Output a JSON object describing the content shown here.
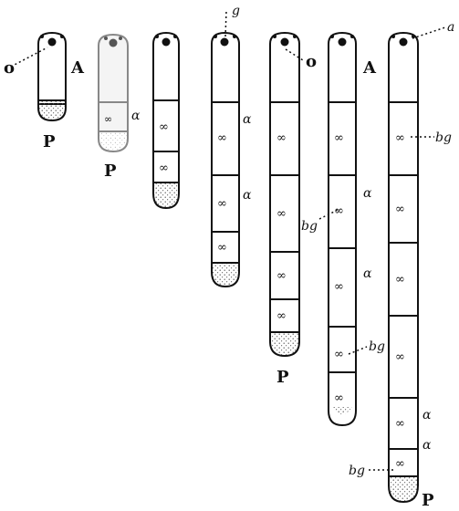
{
  "labels": {
    "A": "A",
    "P": "P",
    "alpha": "α",
    "g": "g",
    "o": "o",
    "bg": "bg",
    "a": "a"
  },
  "nucleus_symbol": "∞",
  "colors": {
    "ink": "#111111",
    "faded_ink": "#7a7a7a",
    "stipple": "#555555",
    "background": "#ffffff"
  }
}
